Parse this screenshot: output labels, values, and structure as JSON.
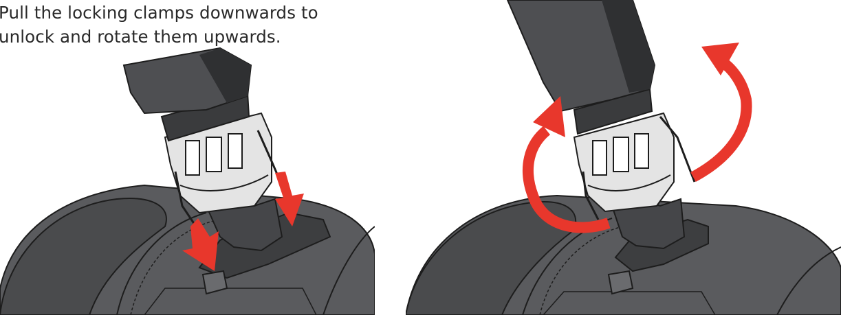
{
  "instruction": {
    "line1": "Pull the locking clamps downwards to",
    "line2": "unlock and rotate them upwards."
  },
  "colors": {
    "body_dark": "#4a4b4d",
    "body_mid": "#5e5f62",
    "body_light": "#6e6f72",
    "outline": "#1d1d1d",
    "metal": "#e4e4e4",
    "arrow_red": "#e8372c"
  },
  "figures": [
    {
      "name": "clamps-pulled-down",
      "arrows": [
        "down-arrow",
        "down-arrow"
      ]
    },
    {
      "name": "clamps-rotated-up",
      "arrows": [
        "rotate-arrow",
        "rotate-arrow"
      ]
    }
  ]
}
